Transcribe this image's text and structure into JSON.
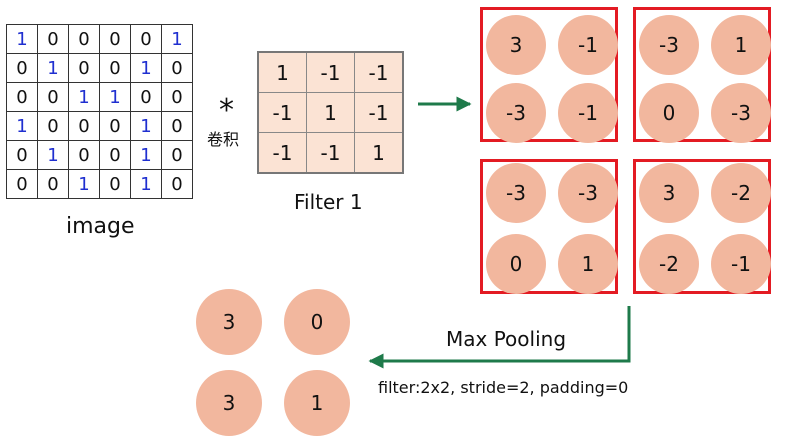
{
  "image": {
    "label": "image",
    "matrix": [
      [
        "1",
        "0",
        "0",
        "0",
        "0",
        "1"
      ],
      [
        "0",
        "1",
        "0",
        "0",
        "1",
        "0"
      ],
      [
        "0",
        "0",
        "1",
        "1",
        "0",
        "0"
      ],
      [
        "1",
        "0",
        "0",
        "0",
        "1",
        "0"
      ],
      [
        "0",
        "1",
        "0",
        "0",
        "1",
        "0"
      ],
      [
        "0",
        "0",
        "1",
        "0",
        "1",
        "0"
      ]
    ]
  },
  "convolution": {
    "symbol": "*",
    "label": "卷积"
  },
  "filter": {
    "label": "Filter 1",
    "matrix": [
      [
        "1",
        "-1",
        "-1"
      ],
      [
        "-1",
        "1",
        "-1"
      ],
      [
        "-1",
        "-1",
        "1"
      ]
    ]
  },
  "feature_map_blocks": [
    [
      "3",
      "-1",
      "-3",
      "1"
    ],
    [
      "-3",
      "-1",
      "0",
      "-3"
    ],
    [
      "-3",
      "-3",
      "3",
      "-2"
    ],
    [
      "0",
      "1",
      "-2",
      "-1"
    ]
  ],
  "pooled": [
    "3",
    "0",
    "3",
    "1"
  ],
  "pooling": {
    "title": "Max Pooling",
    "params": "filter:2x2, stride=2, padding=0"
  },
  "colors": {
    "highlight_one": "#1f2fd0",
    "circle_fill": "#f2b79e",
    "pool_box_border": "#e31b23",
    "filter_fill": "#fbe3d4",
    "arrow": "#1e7a4a"
  }
}
